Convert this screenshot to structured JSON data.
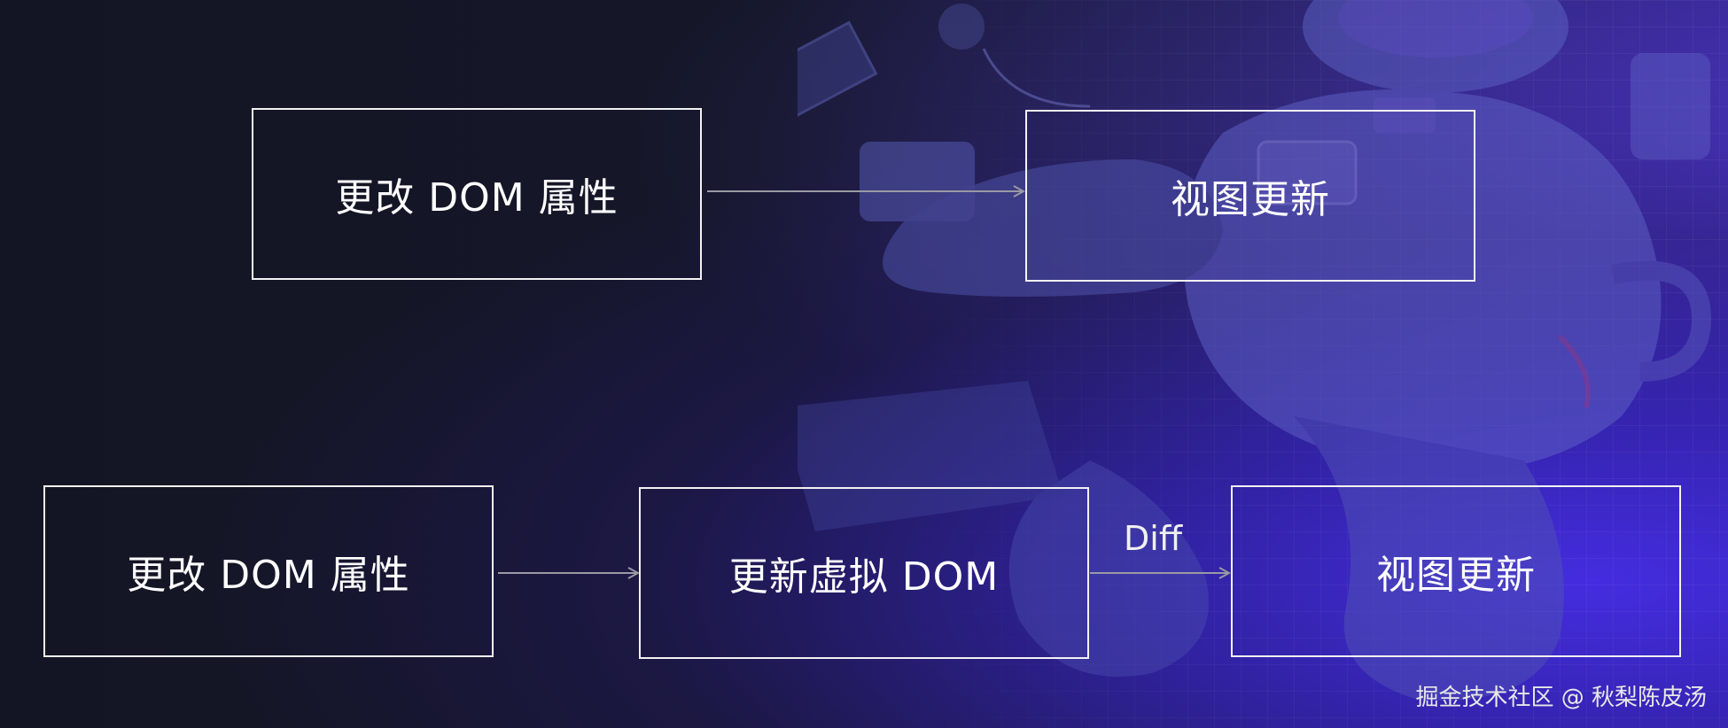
{
  "row1": {
    "source_label": "更改 DOM 属性",
    "target_label": "视图更新"
  },
  "row2": {
    "source_label": "更改 DOM 属性",
    "middle_label": "更新虚拟 DOM",
    "target_label": "视图更新",
    "diff_label": "Diff"
  },
  "watermark": "掘金技术社区 @ 秋梨陈皮汤",
  "colors": {
    "box_border": "#f2f2f2",
    "arrow": "#9a9aa4",
    "background": "#151729",
    "accent": "#4b2fe0"
  }
}
